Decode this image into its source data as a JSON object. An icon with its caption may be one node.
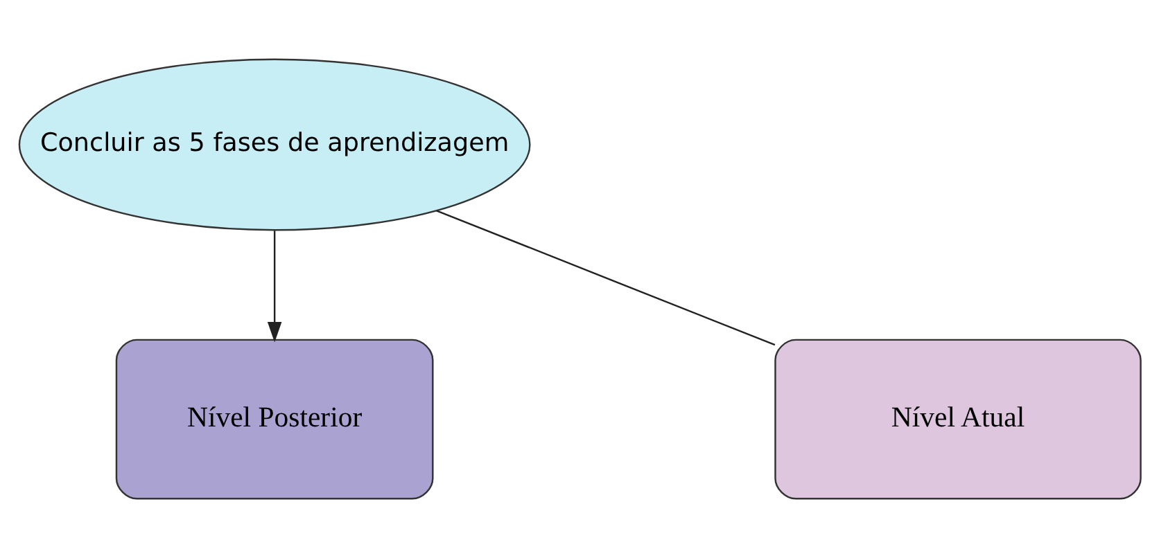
{
  "diagram": {
    "nodes": [
      {
        "text": [
          "Concluir as 5 fases de aprendizagem"
        ]
      },
      {
        "text": [
          "Nível Atual"
        ]
      },
      {
        "text": [
          "Nível Posterior"
        ]
      }
    ],
    "edges": [
      {
        "from": 1,
        "to": 0,
        "arrow": "none"
      },
      {
        "from": 0,
        "to": 2,
        "arrow": "to"
      }
    ]
  }
}
